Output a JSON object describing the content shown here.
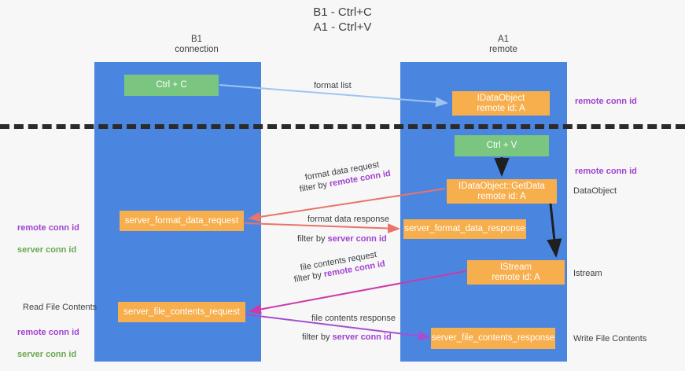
{
  "title": "B1 - Ctrl+C\nA1 - Ctrl+V",
  "columns": [
    {
      "name": "b1",
      "label": "B1\nconnection"
    },
    {
      "name": "a1",
      "label": "A1\nremote"
    }
  ],
  "nodes": {
    "ctrl_c": "Ctrl + C",
    "ctrl_v": "Ctrl + V",
    "idataobject": "IDataObject\nremote id: A",
    "getdata": "IDataObject::GetData\nremote id: A",
    "format_data_response": "server_format_data_response",
    "istream": "IStream\nremote id: A",
    "file_contents_response": "server_file_contents_response",
    "format_data_request": "server_format_data_request",
    "file_contents_request": "server_file_contents_request"
  },
  "edge_captions": {
    "format_list": "format list",
    "format_data_request": "format data request",
    "format_data_request_filter_prefix": "filter by ",
    "format_data_request_filter_key": "remote conn id",
    "format_data_response": "format data response",
    "format_data_response_filter_prefix": "filter by ",
    "format_data_response_filter_key": "server conn id",
    "file_contents_request": "file contents request",
    "file_contents_request_filter_prefix": "filter by ",
    "file_contents_request_filter_key": "remote conn id",
    "file_contents_response": "file contents response",
    "file_contents_response_filter_prefix": "filter by ",
    "file_contents_response_filter_key": "server conn id"
  },
  "annotations": {
    "remote_conn_id_top": "remote conn id",
    "remote_conn_id_mid": "remote conn id",
    "dataobject": "DataObject",
    "istream": "Istream",
    "write_file_contents": "Write File Contents",
    "read_file_contents": "Read File Contents",
    "left_remote_conn_id": "remote conn id",
    "left_server_conn_id": "server conn id",
    "left_remote_conn_id_2": "remote conn id",
    "left_server_conn_id_2": "server conn id"
  },
  "colors": {
    "lane": "#4a86e0",
    "green_node": "#7ac57f",
    "orange_node": "#f7ae4c",
    "purple_text": "#a142d0",
    "green_text": "#6aa84f",
    "separator": "#2b2b2b",
    "arrow_blue": "#9fc5f0",
    "arrow_red": "#e8746a",
    "arrow_magenta": "#cc3aa8",
    "arrow_purple": "#a54fd0",
    "arrow_black": "#1f1f1f"
  }
}
